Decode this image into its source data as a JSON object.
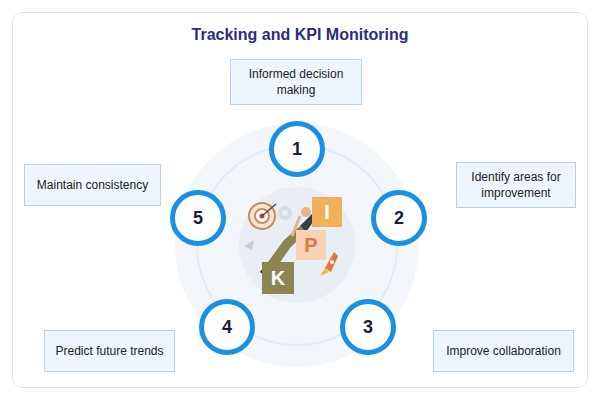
{
  "diagram": {
    "title": "Tracking and KPI Monitoring",
    "nodes": [
      {
        "text": [
          "Informed decision making"
        ]
      },
      {
        "text": [
          "1"
        ]
      },
      {
        "text": [
          "Identify areas for improvement"
        ]
      },
      {
        "text": [
          "2"
        ]
      },
      {
        "text": [
          "Improve collaboration"
        ]
      },
      {
        "text": [
          "3"
        ]
      },
      {
        "text": [
          "Predict future trends"
        ]
      },
      {
        "text": [
          "4"
        ]
      },
      {
        "text": [
          "Maintain consistency"
        ]
      },
      {
        "text": [
          "5"
        ]
      }
    ],
    "labels": [
      "I",
      "P",
      "K"
    ]
  }
}
